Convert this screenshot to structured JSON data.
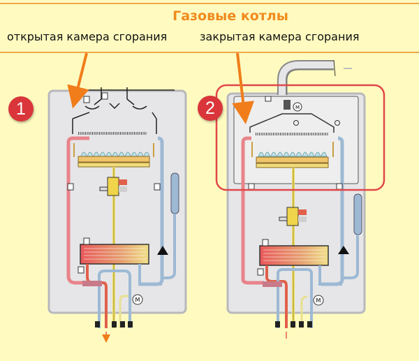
{
  "header": {
    "title": "Газовые котлы",
    "label_open": "открытая камера сгорания",
    "label_closed": "закрытая камера сгорания"
  },
  "diagrams": [
    {
      "badge": "1",
      "type": "open-combustion-chamber"
    },
    {
      "badge": "2",
      "type": "closed-combustion-chamber",
      "highlight": true
    }
  ],
  "colors": {
    "background": "#fffbc0",
    "title": "#f08a1c",
    "arrow": "#f07d1a",
    "badge": "#d9353a",
    "hot_pipe": "#e8848a",
    "cold_pipe": "#9db9d4",
    "gas_pipe": "#f0e06a",
    "highlight_frame": "#e0474a"
  },
  "components": {
    "motor_label": "M"
  }
}
